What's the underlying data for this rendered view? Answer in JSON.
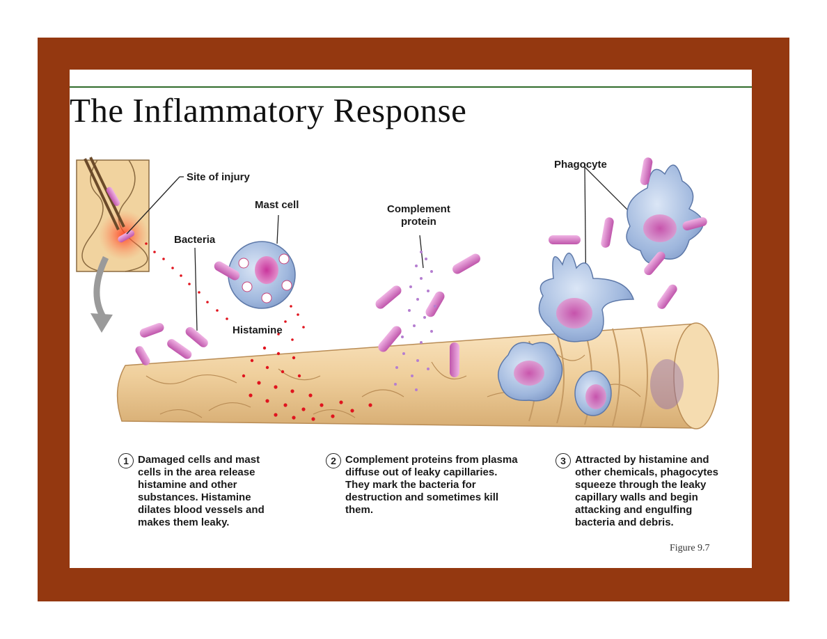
{
  "slide": {
    "title": "The Inflammatory Response",
    "figure_label": "Figure 9.7"
  },
  "diagram": {
    "labels": {
      "site_of_injury": "Site of injury",
      "mast_cell": "Mast cell",
      "bacteria": "Bacteria",
      "histamine": "Histamine",
      "complement_protein": "Complement\nprotein",
      "phagocyte": "Phagocyte"
    },
    "steps": [
      {
        "number": "1",
        "text": "Damaged cells and mast\ncells in the area release\nhistamine and other\nsubstances.  Histamine\ndilates blood vessels and\nmakes them leaky."
      },
      {
        "number": "2",
        "text": "Complement proteins from plasma\ndiffuse out of leaky capillaries.\nThey mark the bacteria for\ndestruction and sometimes kill\nthem."
      },
      {
        "number": "3",
        "text": "Attracted by histamine and\nother chemicals, phagocytes\nsqueeze through the leaky\ncapillary walls and begin\nattacking and engulfing\nbacteria and debris."
      }
    ]
  },
  "colors": {
    "frame": "#943810",
    "title_rule": "#2f6b2a",
    "capillary": "#efcf9c",
    "bacteria": "#d074c0",
    "mast_cell": "#9fb7dd",
    "histamine_dots": "#e0141e",
    "complement_dots": "#b57ed0"
  }
}
